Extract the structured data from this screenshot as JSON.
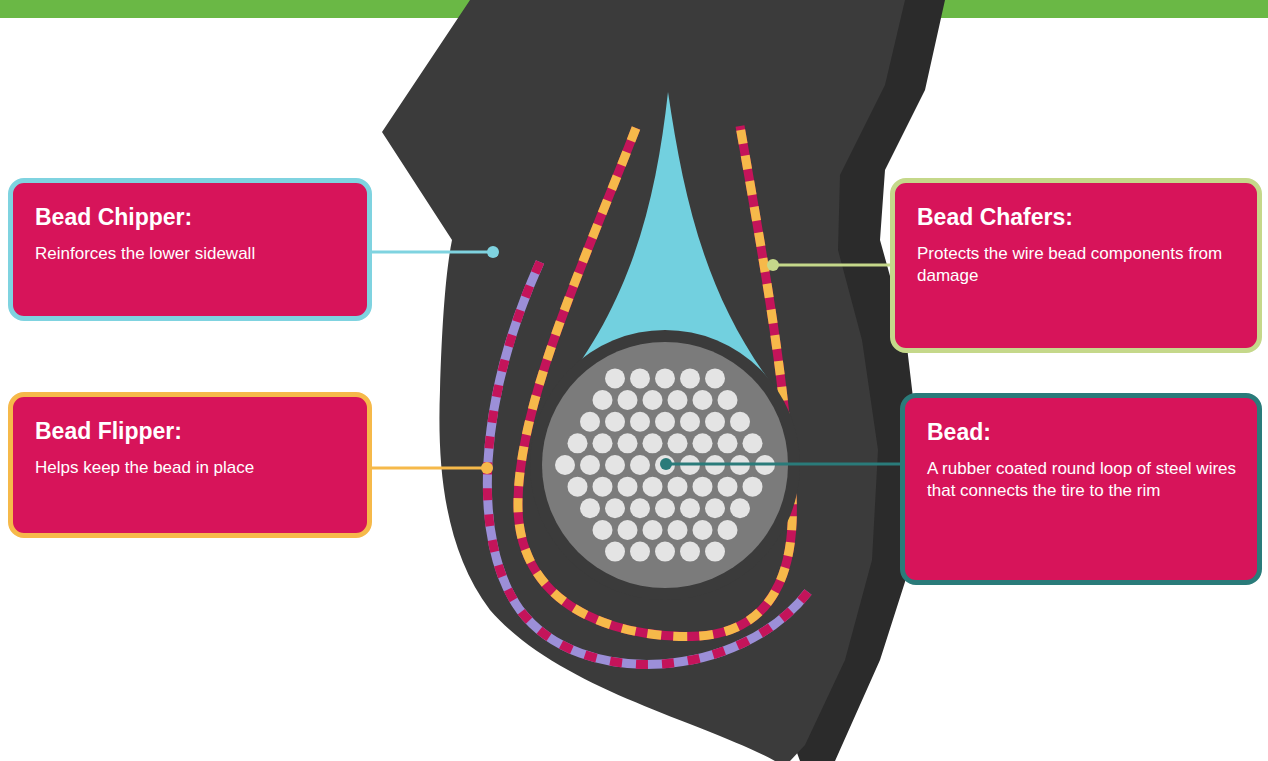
{
  "diagram": {
    "nodes": [
      {
        "text": [
          "Bead Chipper:",
          "Reinforces the lower sidewall"
        ]
      },
      {
        "text": [
          "Bead Chafers:",
          "Protects the wire bead components from damage"
        ]
      },
      {
        "text": [
          "Bead Flipper:",
          "Helps keep the bead in place"
        ]
      },
      {
        "text": [
          "Bead:",
          "A rubber coated round loop of steel wires that connects the tire to the rim"
        ]
      }
    ]
  }
}
